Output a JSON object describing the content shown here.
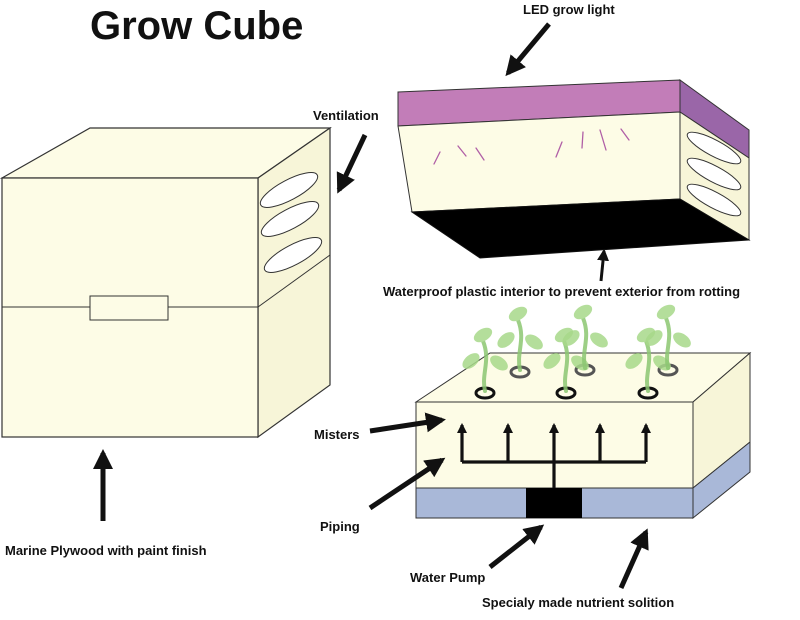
{
  "title": "Grow Cube",
  "labels": {
    "led": "LED grow light",
    "ventilation": "Ventilation",
    "waterproof": "Waterproof plastic interior to prevent exterior from rotting",
    "misters": "Misters",
    "piping": "Piping",
    "plywood": "Marine Plywood with paint finish",
    "pump": "Water Pump",
    "nutrient": "Specialy made nutrient solition"
  },
  "colors": {
    "cream": "#fdfce6",
    "purple": "#c27db8",
    "purple_side": "#9a66a8",
    "blue": "#a9b8d8",
    "leaf": "#a8d98a",
    "stem": "#8cc772",
    "ink": "#111111"
  }
}
